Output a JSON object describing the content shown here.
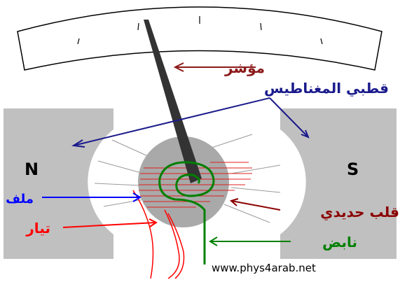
{
  "labels": {
    "pointer": "مؤشر",
    "magnet_poles": "قطبي المغناطيس",
    "pole_north": "N",
    "pole_south": "S",
    "coil": "ملف",
    "current": "تيار",
    "iron_core": "قلب حديدي",
    "spring": "نابض",
    "website": "www.phys4arab.net"
  },
  "colors": {
    "pointer_arrow": "#8b1a1a",
    "magnet_arrow": "#1a1a8c",
    "coil": "#0000ff",
    "current": "#ff0000",
    "iron_core": "#8b0000",
    "spring": "#008000",
    "magnet": "#c0c0c0",
    "core": "#a9a9a9",
    "needle": "#333333"
  }
}
